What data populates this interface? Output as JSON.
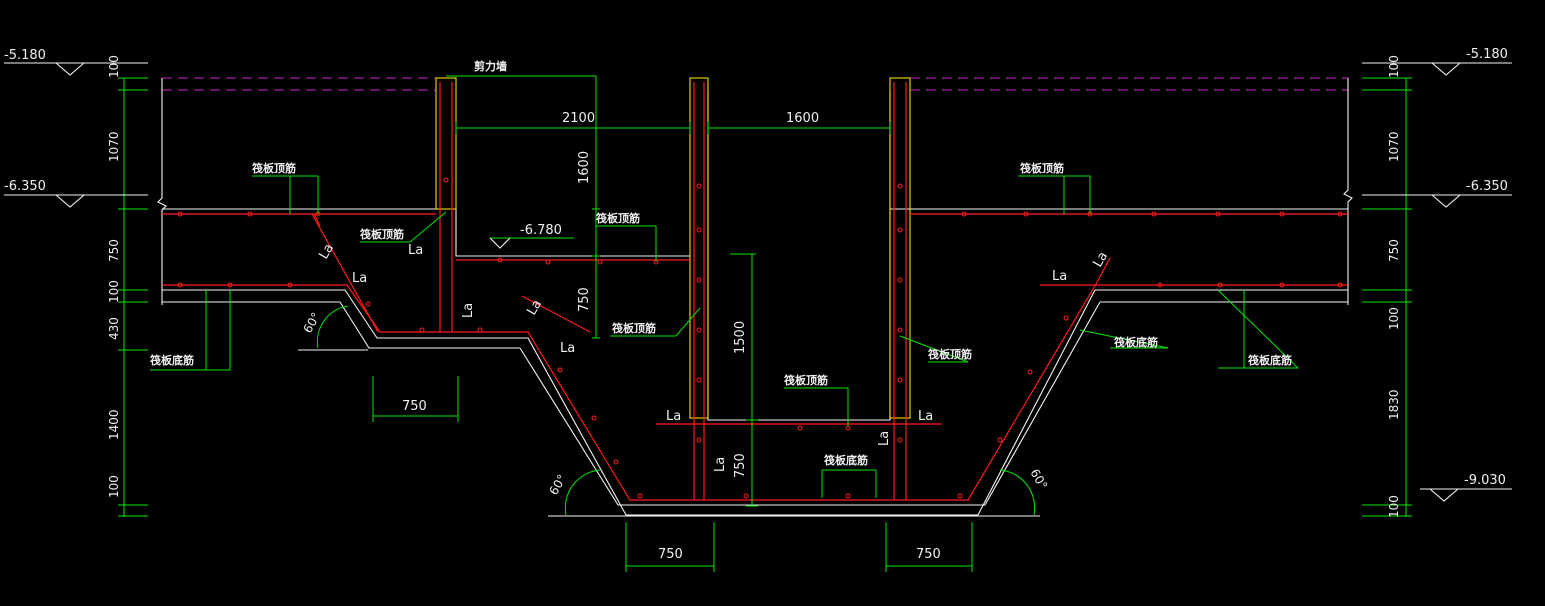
{
  "elevations": {
    "top_left": "-5.180",
    "top_right": "-5.180",
    "raft_left": "-6.350",
    "raft_right": "-6.350",
    "pit_floor": "-6.780",
    "bottom_right": "-9.030"
  },
  "left_dims": [
    "100",
    "1070",
    "750",
    "100",
    "430",
    "1400",
    "100"
  ],
  "right_dims": [
    "100",
    "1070",
    "750",
    "100",
    "1830",
    "100"
  ],
  "horizontal_dims": {
    "pit1_width": "2100",
    "pit2_width": "1600",
    "step_left": "750",
    "bottom_left": "750",
    "bottom_right": "750"
  },
  "vertical_dims": {
    "wall_height": "1600",
    "pit_depth": "750",
    "inner_depth": "1500",
    "base_thickness": "750"
  },
  "labels": {
    "shear_wall": "剪力墙",
    "raft_top": "筏板顶筋",
    "raft_bottom": "筏板底筋",
    "anchorage": "La"
  },
  "angles": {
    "left_step": "60°",
    "left_bottom": "60°",
    "right_bottom": "60°"
  },
  "colors": {
    "background": "#000000",
    "dimension": "#00e600",
    "rebar": "#ff1a1a",
    "concrete": "#f4f4f4",
    "wall_edge": "#f0e000",
    "reference": "#d020d0"
  }
}
